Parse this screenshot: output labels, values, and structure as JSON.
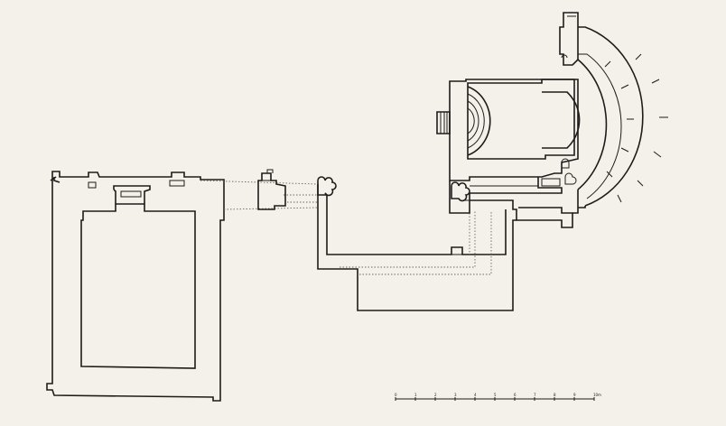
{
  "scale_bar": {
    "tick_labels": [
      "0",
      "1",
      "2",
      "3",
      "4",
      "5",
      "6",
      "7",
      "8",
      "9",
      "10"
    ],
    "unit": "m"
  }
}
